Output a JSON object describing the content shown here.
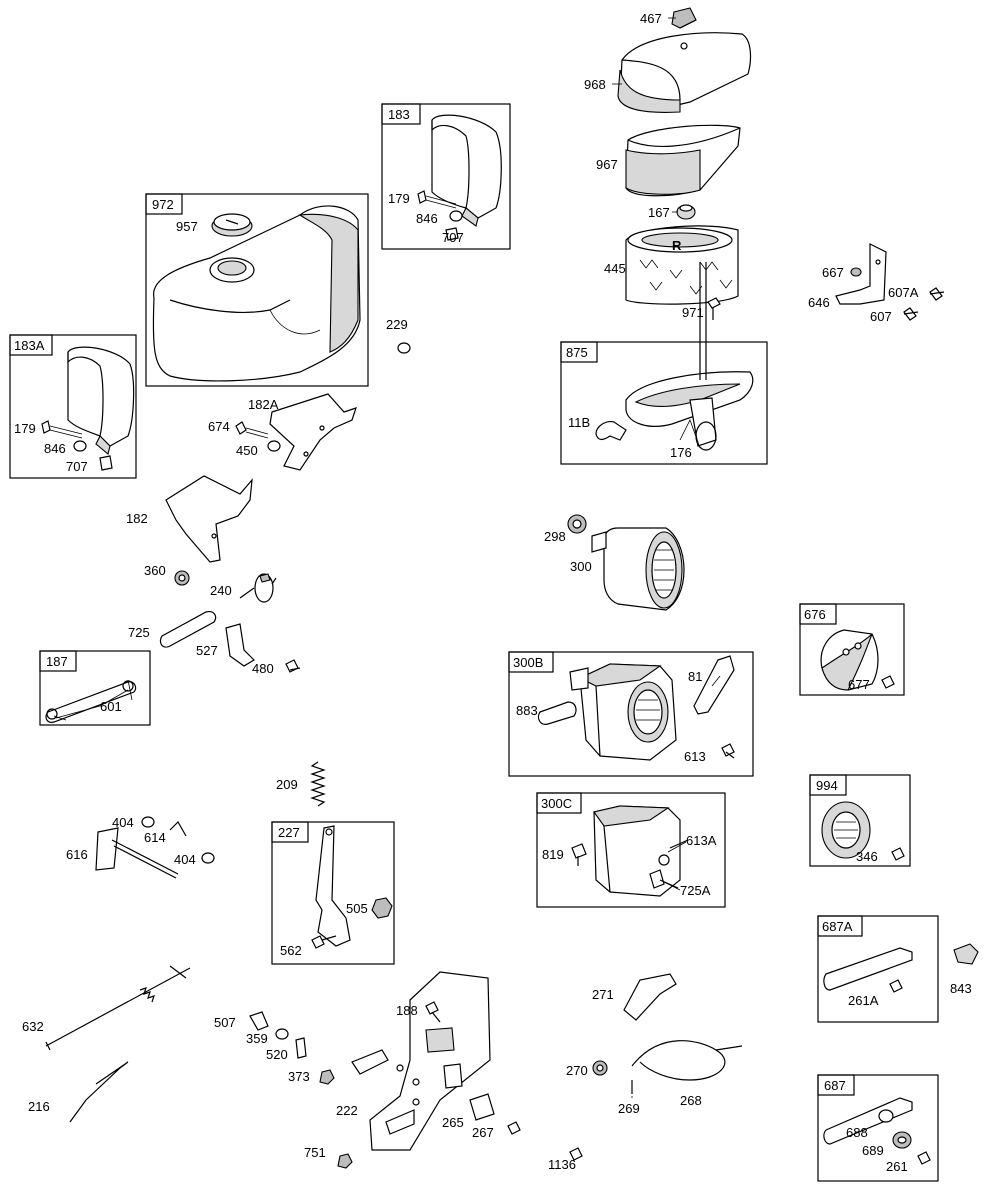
{
  "callouts": [
    {
      "id": "467",
      "label": "467"
    },
    {
      "id": "968",
      "label": "968"
    },
    {
      "id": "183",
      "label": "183"
    },
    {
      "id": "967",
      "label": "967"
    },
    {
      "id": "972",
      "label": "972"
    },
    {
      "id": "957",
      "label": "957"
    },
    {
      "id": "179a",
      "label": "179"
    },
    {
      "id": "846a",
      "label": "846"
    },
    {
      "id": "707a",
      "label": "707"
    },
    {
      "id": "167",
      "label": "167"
    },
    {
      "id": "445",
      "label": "445"
    },
    {
      "id": "667",
      "label": "667"
    },
    {
      "id": "646",
      "label": "646"
    },
    {
      "id": "607A",
      "label": "607A"
    },
    {
      "id": "607",
      "label": "607"
    },
    {
      "id": "971",
      "label": "971"
    },
    {
      "id": "229",
      "label": "229"
    },
    {
      "id": "183A",
      "label": "183A"
    },
    {
      "id": "875",
      "label": "875"
    },
    {
      "id": "179b",
      "label": "179"
    },
    {
      "id": "846b",
      "label": "846"
    },
    {
      "id": "707b",
      "label": "707"
    },
    {
      "id": "182A",
      "label": "182A"
    },
    {
      "id": "674",
      "label": "674"
    },
    {
      "id": "450",
      "label": "450"
    },
    {
      "id": "11B",
      "label": "11B"
    },
    {
      "id": "176",
      "label": "176"
    },
    {
      "id": "182",
      "label": "182"
    },
    {
      "id": "298",
      "label": "298"
    },
    {
      "id": "300",
      "label": "300"
    },
    {
      "id": "360",
      "label": "360"
    },
    {
      "id": "240",
      "label": "240"
    },
    {
      "id": "676",
      "label": "676"
    },
    {
      "id": "725",
      "label": "725"
    },
    {
      "id": "527",
      "label": "527"
    },
    {
      "id": "480",
      "label": "480"
    },
    {
      "id": "187",
      "label": "187"
    },
    {
      "id": "300B",
      "label": "300B"
    },
    {
      "id": "81",
      "label": "81"
    },
    {
      "id": "677",
      "label": "677"
    },
    {
      "id": "601",
      "label": "601"
    },
    {
      "id": "883",
      "label": "883"
    },
    {
      "id": "613",
      "label": "613"
    },
    {
      "id": "209",
      "label": "209"
    },
    {
      "id": "994",
      "label": "994"
    },
    {
      "id": "404a",
      "label": "404"
    },
    {
      "id": "614",
      "label": "614"
    },
    {
      "id": "300C",
      "label": "300C"
    },
    {
      "id": "227",
      "label": "227"
    },
    {
      "id": "616",
      "label": "616"
    },
    {
      "id": "404b",
      "label": "404"
    },
    {
      "id": "613A",
      "label": "613A"
    },
    {
      "id": "819",
      "label": "819"
    },
    {
      "id": "346",
      "label": "346"
    },
    {
      "id": "505",
      "label": "505"
    },
    {
      "id": "725A",
      "label": "725A"
    },
    {
      "id": "562",
      "label": "562"
    },
    {
      "id": "687A",
      "label": "687A"
    },
    {
      "id": "271",
      "label": "271"
    },
    {
      "id": "843",
      "label": "843"
    },
    {
      "id": "261A",
      "label": "261A"
    },
    {
      "id": "188",
      "label": "188"
    },
    {
      "id": "632",
      "label": "632"
    },
    {
      "id": "507",
      "label": "507"
    },
    {
      "id": "359",
      "label": "359"
    },
    {
      "id": "520",
      "label": "520"
    },
    {
      "id": "373",
      "label": "373"
    },
    {
      "id": "270",
      "label": "270"
    },
    {
      "id": "687",
      "label": "687"
    },
    {
      "id": "216",
      "label": "216"
    },
    {
      "id": "222",
      "label": "222"
    },
    {
      "id": "265",
      "label": "265"
    },
    {
      "id": "267",
      "label": "267"
    },
    {
      "id": "269",
      "label": "269"
    },
    {
      "id": "268",
      "label": "268"
    },
    {
      "id": "688",
      "label": "688"
    },
    {
      "id": "689",
      "label": "689"
    },
    {
      "id": "751",
      "label": "751"
    },
    {
      "id": "1136",
      "label": "1136"
    },
    {
      "id": "261",
      "label": "261"
    }
  ],
  "filter_mark": "R"
}
